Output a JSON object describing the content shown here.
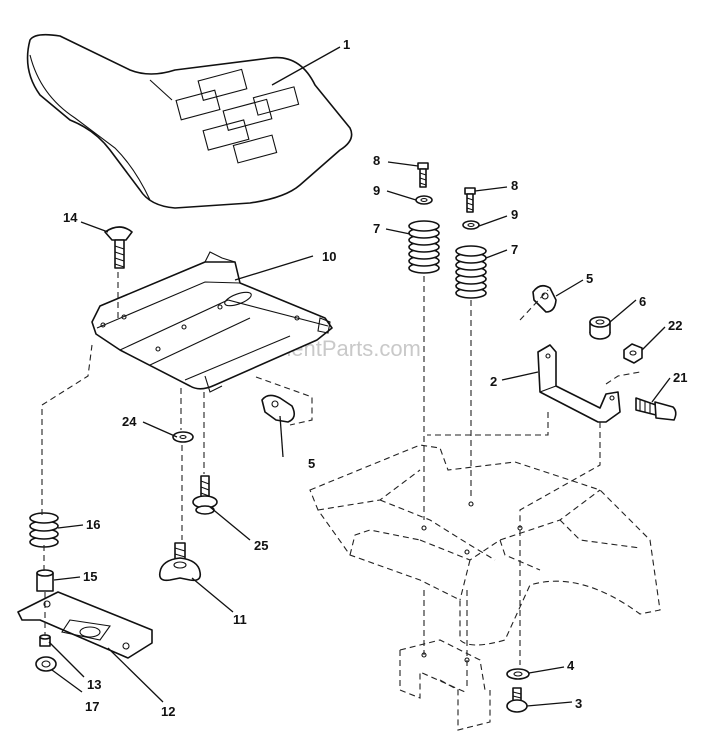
{
  "watermark": "eReplacementParts.com",
  "callouts": {
    "seat": "1",
    "bracket_2": "2",
    "screw_3": "3",
    "washer_4": "4",
    "knob_5_right": "5",
    "knob_5_left": "5",
    "nut_6": "6",
    "spring_7_left": "7",
    "spring_7_right": "7",
    "bolt_8_left": "8",
    "bolt_8_right": "8",
    "washer_9_left": "9",
    "washer_9_right": "9",
    "seat_pan_10": "10",
    "knob_11": "11",
    "slide_plate_12": "12",
    "part_13": "13",
    "bolt_14": "14",
    "spacer_15": "15",
    "spring_16": "16",
    "nut_17": "17",
    "bolt_21": "21",
    "nut_22": "22",
    "washer_24": "24",
    "bolt_25": "25"
  }
}
